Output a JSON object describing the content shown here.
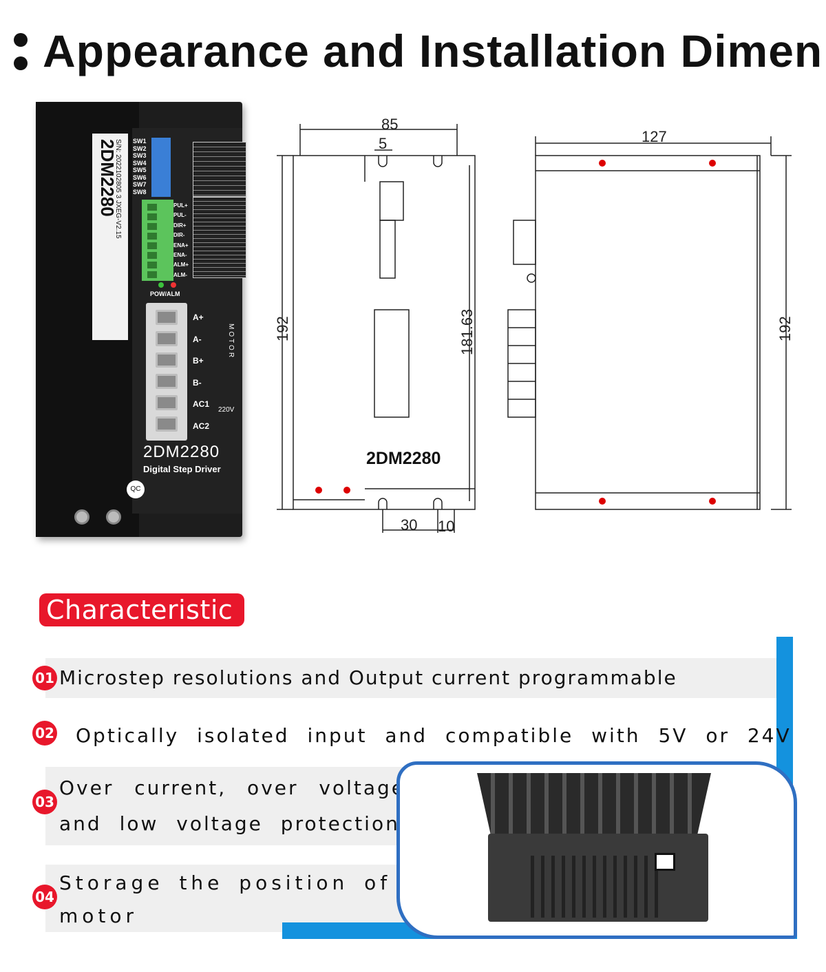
{
  "heading": {
    "title": "Appearance and Installation Dimen"
  },
  "product_photo": {
    "sticker_model": "2DM2280",
    "sticker_serial": "S/N: 2022102805 3 JXEG-V2.15",
    "switch_labels": [
      "SW1",
      "SW2",
      "SW3",
      "SW4",
      "SW5",
      "SW6",
      "SW7",
      "SW8"
    ],
    "signal_labels": [
      "PUL+",
      "PUL-",
      "DIR+",
      "DIR-",
      "ENA+",
      "ENA-",
      "ALM+",
      "ALM-"
    ],
    "led_label": "POW/ALM",
    "motor_labels": [
      "A+",
      "A-",
      "B+",
      "B-",
      "AC1",
      "AC2"
    ],
    "motor_vertical": "MOTOR",
    "voltage": "220V",
    "model": "2DM2280",
    "subtitle": "Digital Step Driver",
    "qc_label": "QC",
    "colors": {
      "body": "#1d1d1d",
      "dip": "#3a7fd6",
      "terminal": "#5cc45c"
    }
  },
  "front_drawing": {
    "width_label": "85",
    "slot_label": "5",
    "height_label": "192",
    "inner_height_label": "181.63",
    "bottom_left_label": "30",
    "bottom_right_label": "10",
    "model_label": "2DM2280"
  },
  "side_drawing": {
    "width_label": "127",
    "height_label": "192"
  },
  "characteristic": {
    "title": "Characteristic",
    "features": [
      {
        "number": "01",
        "lines": [
          "Microstep resolutions and Output current programmable"
        ]
      },
      {
        "number": "02",
        "lines": [
          "Optically isolated input and compatible with 5V or 24V"
        ]
      },
      {
        "number": "03",
        "lines": [
          "Over current, over voltage",
          "and low voltage protection"
        ]
      },
      {
        "number": "04",
        "lines": [
          "Storage the position of",
          "motor"
        ]
      }
    ],
    "colors": {
      "accent": "#e8172b",
      "blue": "#1492de",
      "band": "#efefef",
      "card_border": "#2f6fc2"
    }
  }
}
